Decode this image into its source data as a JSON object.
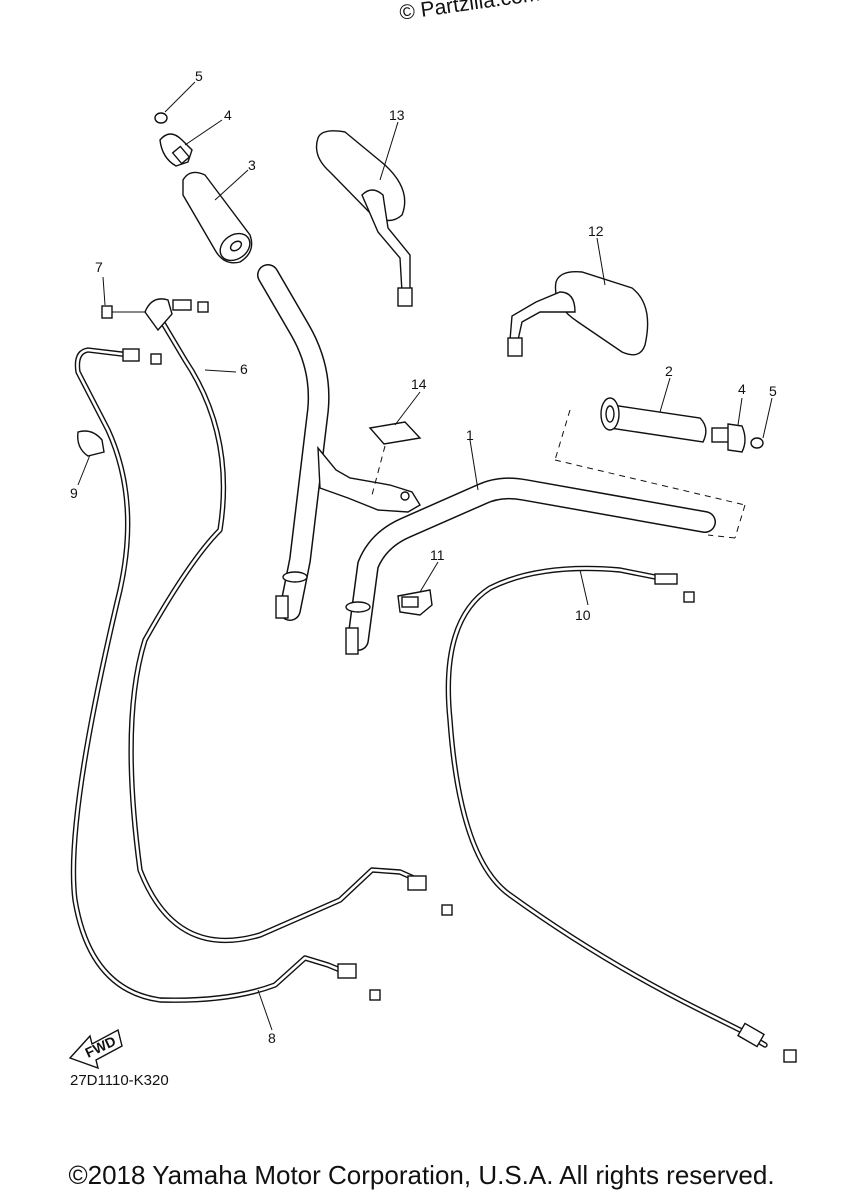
{
  "watermark": "© Partzilla.com",
  "reference_code": "27D1110-K320",
  "copyright": "©2018 Yamaha Motor Corporation, U.S.A. All rights reserved.",
  "fwd_label": "FWD",
  "callouts": {
    "c1": "1",
    "c2": "2",
    "c3": "3",
    "c4a": "4",
    "c4b": "4",
    "c5a": "5",
    "c5b": "5",
    "c6": "6",
    "c7": "7",
    "c8": "8",
    "c9": "9",
    "c10": "10",
    "c11": "11",
    "c12": "12",
    "c13": "13",
    "c14": "14"
  }
}
